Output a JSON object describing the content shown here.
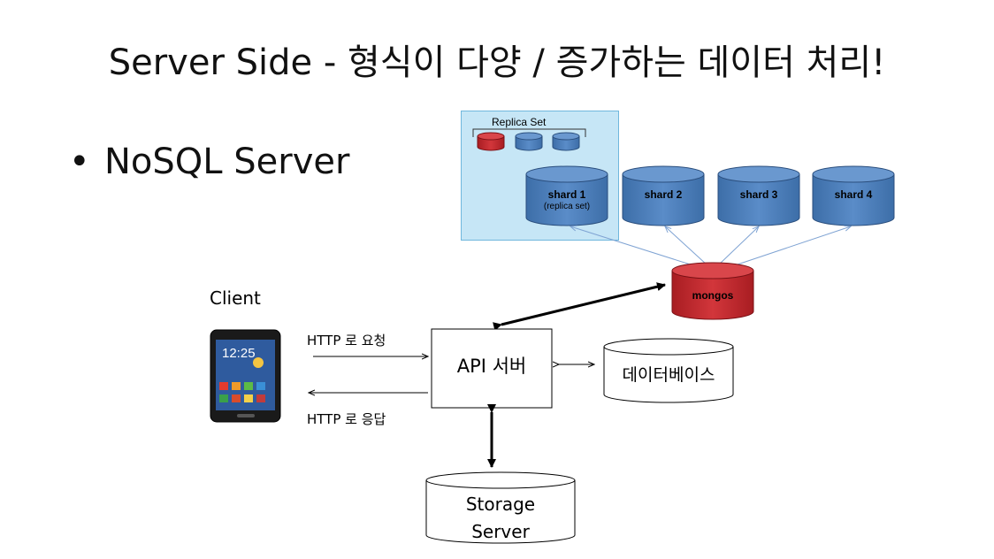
{
  "title": "Server Side - 형식이 다양 / 증가하는 데이터 처리!",
  "bullet": {
    "marker": "•",
    "text": "NoSQL Server"
  },
  "replica_set": {
    "label": "Replica Set"
  },
  "shards": [
    {
      "label": "shard 1",
      "sublabel": "(replica set)"
    },
    {
      "label": "shard 2"
    },
    {
      "label": "shard 3"
    },
    {
      "label": "shard 4"
    }
  ],
  "router": {
    "label": "mongos"
  },
  "client": {
    "label": "Client"
  },
  "requests": {
    "request_label": "HTTP 로 요청",
    "response_label": "HTTP 로 응답"
  },
  "api_server": {
    "label": "API 서버"
  },
  "database": {
    "label": "데이터베이스"
  },
  "storage": {
    "line1": "Storage",
    "line2": "Server"
  },
  "phone": {
    "clock": "12:25"
  },
  "colors": {
    "shard_blue": "#4f81bd",
    "router_red": "#c0262c",
    "replica_bg": "#c6e6f6"
  }
}
